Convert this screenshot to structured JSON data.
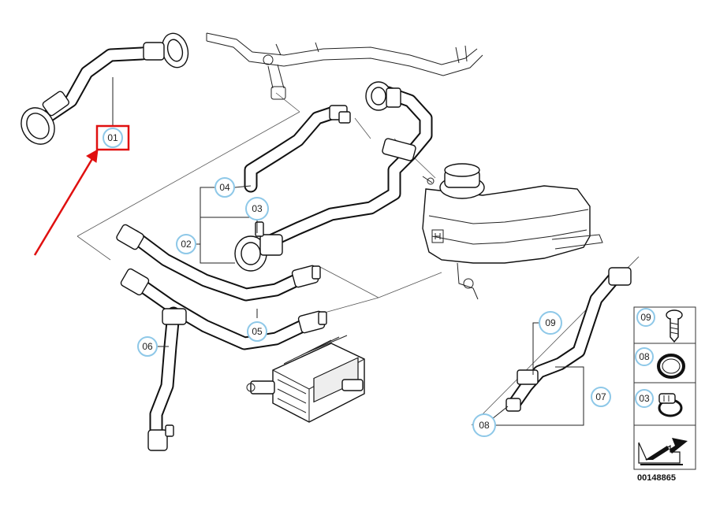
{
  "callouts": {
    "c01": "01",
    "c02": "02",
    "c03": "03",
    "c04": "04",
    "c05": "05",
    "c06": "06",
    "c07": "07",
    "c08": "08",
    "c09": "09"
  },
  "legend": {
    "items": [
      "09",
      "08",
      "03"
    ]
  },
  "catalog_number": "00148865",
  "colors": {
    "callout_ring": "#8ec8e8",
    "highlight": "#e01010",
    "line": "#111111"
  }
}
